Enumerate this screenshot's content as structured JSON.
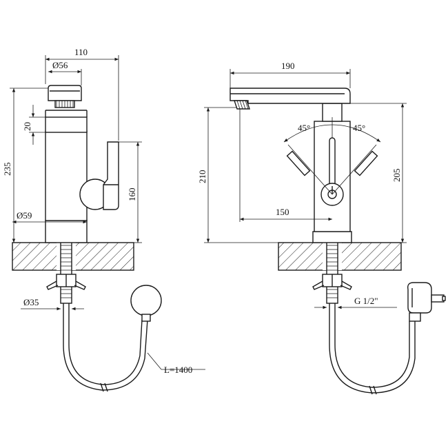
{
  "left_view": {
    "width_total": "110",
    "head_diameter": "Ø56",
    "display_height": "20",
    "total_height": "235",
    "body_height": "160",
    "base_diameter": "Ø59",
    "thread_diameter": "Ø35",
    "cable_length": "L=1400"
  },
  "right_view": {
    "spout_length": "190",
    "angle_left": "45°",
    "angle_right": "45°",
    "spout_height": "210",
    "body_height": "205",
    "reach": "150",
    "thread": "G 1/2\""
  },
  "colors": {
    "line": "#1a1a1a",
    "background": "#ffffff"
  }
}
